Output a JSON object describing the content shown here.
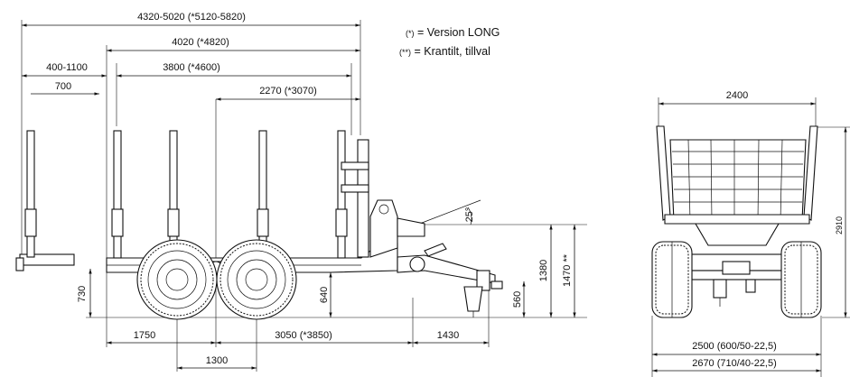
{
  "legend": {
    "long_marker": "(*)",
    "long_text": " = Version LONG",
    "tilt_marker": "(**)",
    "tilt_text": " = Krantilt, tillval"
  },
  "side_view": {
    "overall_length": "4320-5020 (*5120-5820)",
    "frame_length": "4020 (*4820)",
    "load_length": "3800 (*4600)",
    "front_extension": "400-1100",
    "front_extension_step": "700",
    "rear_to_axle": "2270 (*3070)",
    "tilt_angle": "25°",
    "height_ground_to_frame": "730",
    "frame_height_at_drawbar": "640",
    "drawbar_height": "560",
    "crane_mount_height": "1380",
    "crane_tilt_height": "1470 **",
    "front_to_bogie": "1750",
    "bogie_to_hitch": "3050 (*3850)",
    "hitch_length": "1430",
    "wheelbase": "1300"
  },
  "rear_view": {
    "bunk_width": "2400",
    "width_narrow_tires": "2500 (600/50-22,5)",
    "width_wide_tires": "2670 (710/40-22,5)",
    "height_partial": "2910"
  }
}
